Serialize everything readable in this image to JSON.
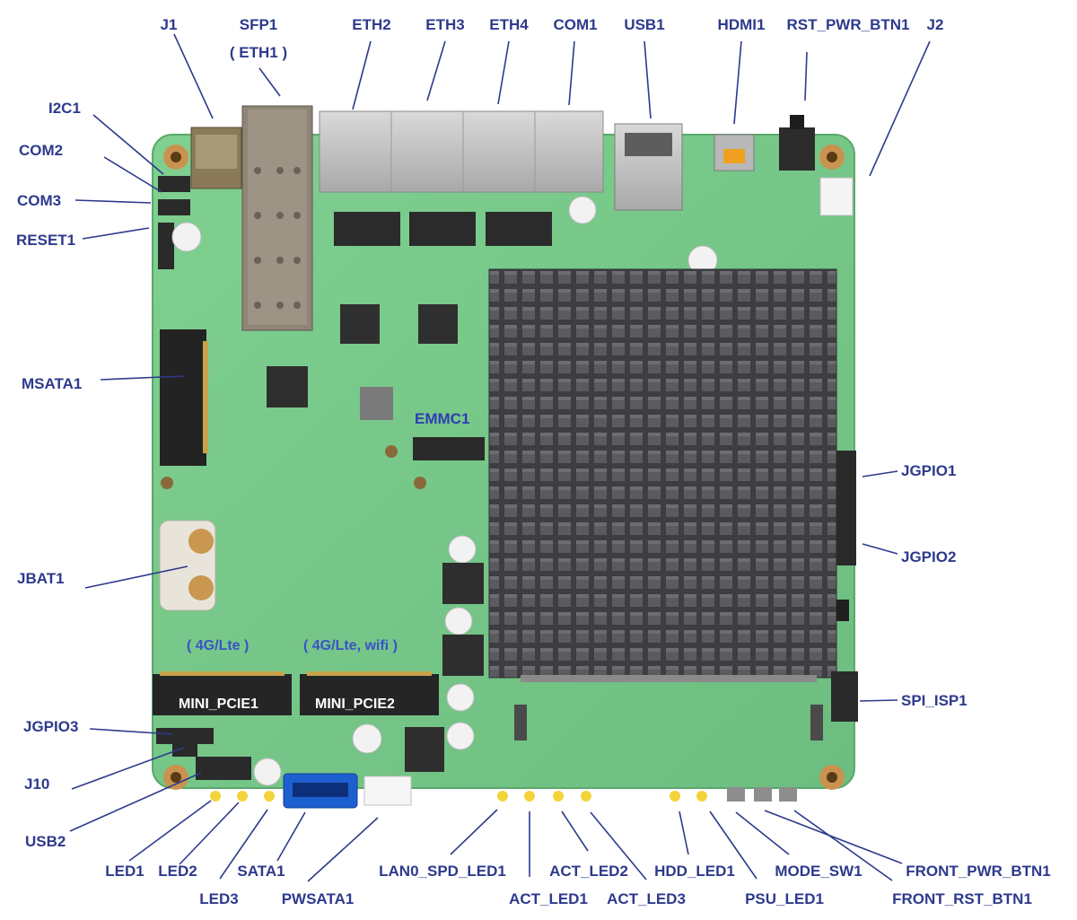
{
  "labels": {
    "j1": "J1",
    "sfp1": "SFP1",
    "eth1": "( ETH1 )",
    "eth2": "ETH2",
    "eth3": "ETH3",
    "eth4": "ETH4",
    "com1": "COM1",
    "usb1": "USB1",
    "hdmi1": "HDMI1",
    "rst_pwr_btn1": "RST_PWR_BTN1",
    "j2": "J2",
    "i2c1": "I2C1",
    "com2": "COM2",
    "com3": "COM3",
    "reset1": "RESET1",
    "msata1": "MSATA1",
    "jbat1": "JBAT1",
    "jgpio1": "JGPIO1",
    "jgpio2": "JGPIO2",
    "spi_isp1": "SPI_ISP1",
    "jgpio3": "JGPIO3",
    "j10": "J10",
    "usb2": "USB2",
    "led1": "LED1",
    "led2": "LED2",
    "led3": "LED3",
    "sata1": "SATA1",
    "pwsata1": "PWSATA1",
    "lan0_spd_led1": "LAN0_SPD_LED1",
    "act_led1": "ACT_LED1",
    "act_led2": "ACT_LED2",
    "act_led3": "ACT_LED3",
    "hdd_led1": "HDD_LED1",
    "psu_led1": "PSU_LED1",
    "mode_sw1": "MODE_SW1",
    "front_pwr_btn1": "FRONT_PWR_BTN1",
    "front_rst_btn1": "FRONT_RST_BTN1"
  },
  "board_text": {
    "emmc1": "EMMC1",
    "mini_pcie1": "MINI_PCIE1",
    "mini_pcie2": "MINI_PCIE2",
    "mode_pcie1": "( 4G/Lte )",
    "mode_pcie2": "( 4G/Lte, wifi )"
  },
  "colors": {
    "label": "#2d3a8c",
    "pcb": "#78c98a",
    "heatsink": "#4a4a4e",
    "sata": "#1e5fd0",
    "led": "#f2d43a"
  }
}
